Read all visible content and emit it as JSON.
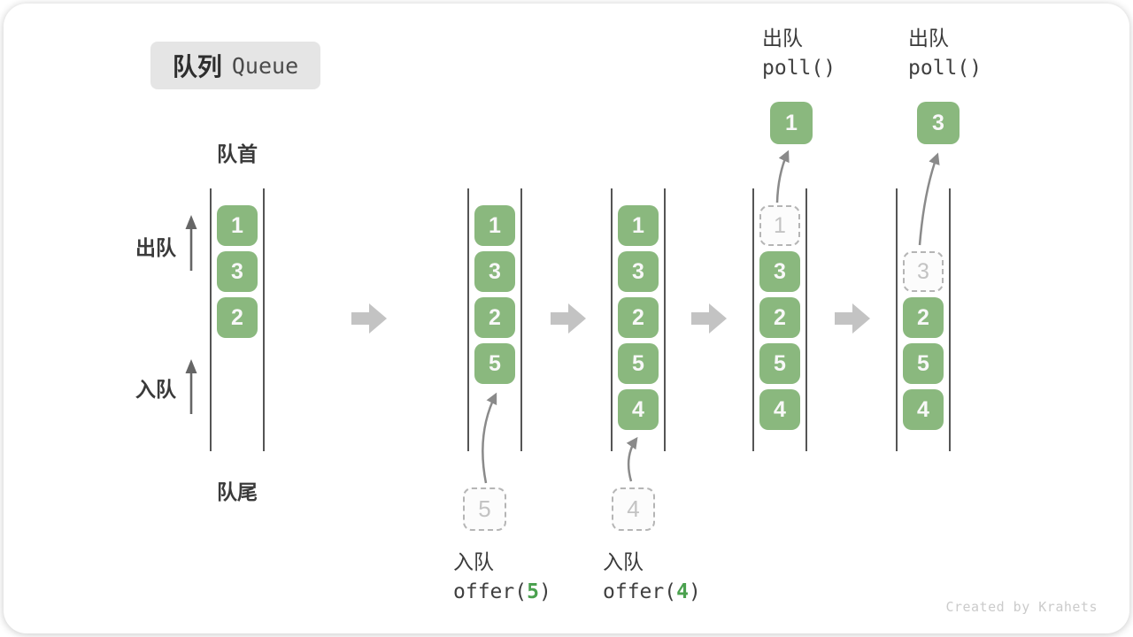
{
  "title": {
    "zh": "队列",
    "en": "Queue"
  },
  "side_labels": {
    "front": "队首",
    "rear": "队尾",
    "dequeue": "出队",
    "enqueue": "入队"
  },
  "queue_states": [
    {
      "slots": [
        {
          "v": "1",
          "t": "solid"
        },
        {
          "v": "3",
          "t": "solid"
        },
        {
          "v": "2",
          "t": "solid"
        }
      ]
    },
    {
      "slots": [
        {
          "v": "1",
          "t": "solid"
        },
        {
          "v": "3",
          "t": "solid"
        },
        {
          "v": "2",
          "t": "solid"
        },
        {
          "v": "5",
          "t": "solid"
        }
      ]
    },
    {
      "slots": [
        {
          "v": "1",
          "t": "solid"
        },
        {
          "v": "3",
          "t": "solid"
        },
        {
          "v": "2",
          "t": "solid"
        },
        {
          "v": "5",
          "t": "solid"
        },
        {
          "v": "4",
          "t": "solid"
        }
      ]
    },
    {
      "slots": [
        {
          "v": "1",
          "t": "dashed"
        },
        {
          "v": "3",
          "t": "solid"
        },
        {
          "v": "2",
          "t": "solid"
        },
        {
          "v": "5",
          "t": "solid"
        },
        {
          "v": "4",
          "t": "solid"
        }
      ]
    },
    {
      "slots": [
        {
          "v": "",
          "t": "empty"
        },
        {
          "v": "3",
          "t": "dashed"
        },
        {
          "v": "2",
          "t": "solid"
        },
        {
          "v": "5",
          "t": "solid"
        },
        {
          "v": "4",
          "t": "solid"
        }
      ]
    }
  ],
  "operations": {
    "offer5": {
      "zh": "入队",
      "code_before": "offer(",
      "arg": "5",
      "code_after": ")"
    },
    "offer4": {
      "zh": "入队",
      "code_before": "offer(",
      "arg": "4",
      "code_after": ")"
    },
    "poll1": {
      "zh": "出队",
      "code": "poll()",
      "value": "1"
    },
    "poll2": {
      "zh": "出队",
      "code": "poll()",
      "value": "3"
    }
  },
  "watermark": "Created by Krahets",
  "colors": {
    "box_green": "#8ab87e",
    "arg_green": "#4ba14f",
    "dashed_border": "#b5b5b5",
    "dashed_text": "#c3c3c3",
    "arrow_gray": "#8a8a8a",
    "up_arrow_gray": "#666666",
    "block_arrow_gray": "#c3c3c3",
    "wall_gray": "#555555",
    "text_dark": "#3a3a3a",
    "badge_bg": "#e5e5e5",
    "watermark_gray": "#cbcbcb"
  }
}
